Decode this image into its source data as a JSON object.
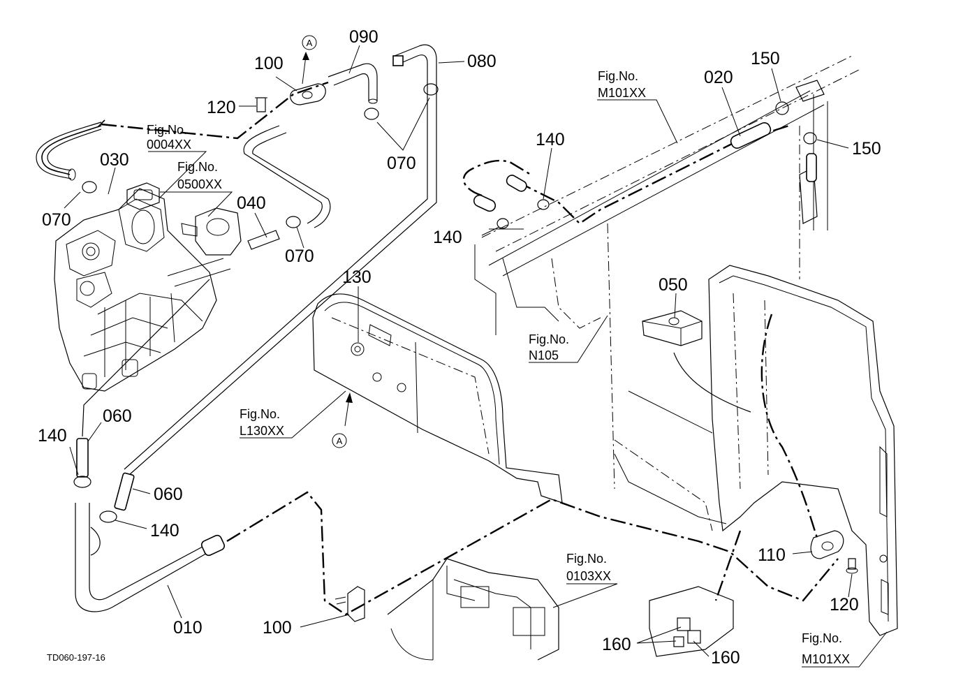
{
  "drawing": {
    "drawing_code": "TD060-197-16",
    "parts": [
      {
        "id": "p010",
        "label": "010"
      },
      {
        "id": "p020",
        "label": "020"
      },
      {
        "id": "p030",
        "label": "030"
      },
      {
        "id": "p040",
        "label": "040"
      },
      {
        "id": "p050",
        "label": "050"
      },
      {
        "id": "p060a",
        "label": "060"
      },
      {
        "id": "p060b",
        "label": "060"
      },
      {
        "id": "p070a",
        "label": "070"
      },
      {
        "id": "p070b",
        "label": "070"
      },
      {
        "id": "p070c",
        "label": "070"
      },
      {
        "id": "p080",
        "label": "080"
      },
      {
        "id": "p090",
        "label": "090"
      },
      {
        "id": "p100a",
        "label": "100"
      },
      {
        "id": "p100b",
        "label": "100"
      },
      {
        "id": "p110",
        "label": "110"
      },
      {
        "id": "p120a",
        "label": "120"
      },
      {
        "id": "p120b",
        "label": "120"
      },
      {
        "id": "p130",
        "label": "130"
      },
      {
        "id": "p140a",
        "label": "140"
      },
      {
        "id": "p140b",
        "label": "140"
      },
      {
        "id": "p140c",
        "label": "140"
      },
      {
        "id": "p140d",
        "label": "140"
      },
      {
        "id": "p150a",
        "label": "150"
      },
      {
        "id": "p150b",
        "label": "150"
      },
      {
        "id": "p160a",
        "label": "160"
      },
      {
        "id": "p160b",
        "label": "160"
      }
    ],
    "figure_refs": [
      {
        "id": "f0004",
        "prefix": "Fig.No.",
        "number": "0004XX"
      },
      {
        "id": "f0500",
        "prefix": "Fig.No.",
        "number": "0500XX"
      },
      {
        "id": "fM101top",
        "prefix": "Fig.No.",
        "number": "M101XX"
      },
      {
        "id": "fN105",
        "prefix": "Fig.No.",
        "number": "N105"
      },
      {
        "id": "fL130",
        "prefix": "Fig.No.",
        "number": "L130XX"
      },
      {
        "id": "f0103",
        "prefix": "Fig.No.",
        "number": "0103XX"
      },
      {
        "id": "fM101bot",
        "prefix": "Fig.No.",
        "number": "M101XX"
      }
    ],
    "connection_markers": [
      {
        "id": "markerA_top",
        "label": "A"
      },
      {
        "id": "markerA_bottom",
        "label": "A"
      }
    ]
  }
}
